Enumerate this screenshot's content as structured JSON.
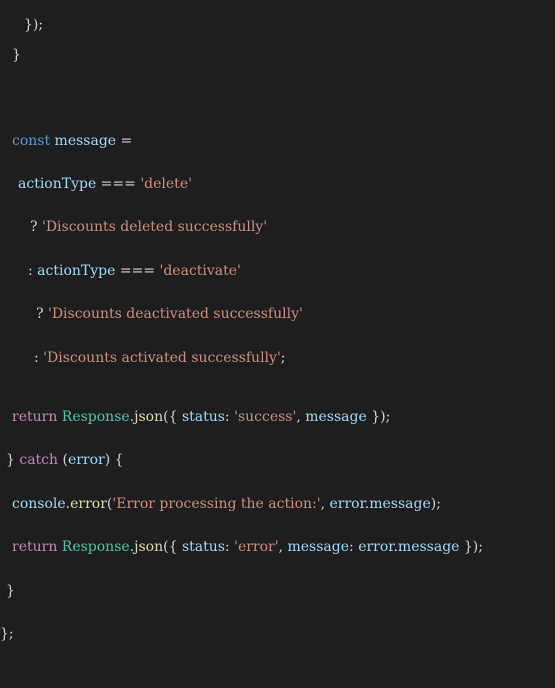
{
  "colors": {
    "background": "#1e1e1e",
    "keyword": "#569cd6",
    "control": "#c586c0",
    "variable": "#9cdcfe",
    "string": "#ce9178",
    "type": "#4ec9b0",
    "function": "#dcdcaa",
    "punctuation": "#d4d4d4"
  },
  "code": {
    "lines": [
      {
        "tokens": [
          {
            "t": "p",
            "v": "});"
          }
        ]
      },
      {
        "tokens": [
          {
            "t": "p",
            "v": "}"
          }
        ]
      },
      {
        "tokens": []
      },
      {
        "tokens": [
          {
            "t": "kw",
            "v": "const "
          },
          {
            "t": "var",
            "v": "message"
          },
          {
            "t": "p",
            "v": " ="
          }
        ]
      },
      {
        "tokens": [
          {
            "t": "var",
            "v": "actionType"
          },
          {
            "t": "p",
            "v": " === "
          },
          {
            "t": "str",
            "v": "'delete'"
          }
        ]
      },
      {
        "tokens": [
          {
            "t": "p",
            "v": "? "
          },
          {
            "t": "str",
            "v": "'Discounts deleted successfully'"
          }
        ]
      },
      {
        "tokens": [
          {
            "t": "p",
            "v": ": "
          },
          {
            "t": "var",
            "v": "actionType"
          },
          {
            "t": "p",
            "v": " === "
          },
          {
            "t": "str",
            "v": "'deactivate'"
          }
        ]
      },
      {
        "tokens": [
          {
            "t": "p",
            "v": "? "
          },
          {
            "t": "str",
            "v": "'Discounts deactivated successfully'"
          }
        ]
      },
      {
        "tokens": [
          {
            "t": "p",
            "v": ": "
          },
          {
            "t": "str",
            "v": "'Discounts activated successfully'"
          },
          {
            "t": "p",
            "v": ";"
          }
        ]
      },
      {
        "tokens": []
      },
      {
        "tokens": [
          {
            "t": "ctl",
            "v": "return "
          },
          {
            "t": "type",
            "v": "Response"
          },
          {
            "t": "p",
            "v": "."
          },
          {
            "t": "fn",
            "v": "json"
          },
          {
            "t": "p",
            "v": "({ "
          },
          {
            "t": "var",
            "v": "status"
          },
          {
            "t": "p",
            "v": ": "
          },
          {
            "t": "str",
            "v": "'success'"
          },
          {
            "t": "p",
            "v": ", "
          },
          {
            "t": "var",
            "v": "message"
          },
          {
            "t": "p",
            "v": " });"
          }
        ]
      },
      {
        "tokens": [
          {
            "t": "p",
            "v": "} "
          },
          {
            "t": "ctl",
            "v": "catch"
          },
          {
            "t": "p",
            "v": " ("
          },
          {
            "t": "var",
            "v": "error"
          },
          {
            "t": "p",
            "v": ") {"
          }
        ]
      },
      {
        "tokens": [
          {
            "t": "var",
            "v": "console"
          },
          {
            "t": "p",
            "v": "."
          },
          {
            "t": "fn",
            "v": "error"
          },
          {
            "t": "p",
            "v": "("
          },
          {
            "t": "str",
            "v": "'Error processing the action:'"
          },
          {
            "t": "p",
            "v": ", "
          },
          {
            "t": "var",
            "v": "error"
          },
          {
            "t": "p",
            "v": "."
          },
          {
            "t": "var",
            "v": "message"
          },
          {
            "t": "p",
            "v": ");"
          }
        ]
      },
      {
        "tokens": [
          {
            "t": "ctl",
            "v": "return "
          },
          {
            "t": "type",
            "v": "Response"
          },
          {
            "t": "p",
            "v": "."
          },
          {
            "t": "fn",
            "v": "json"
          },
          {
            "t": "p",
            "v": "({ "
          },
          {
            "t": "var",
            "v": "status"
          },
          {
            "t": "p",
            "v": ": "
          },
          {
            "t": "str",
            "v": "'error'"
          },
          {
            "t": "p",
            "v": ", "
          },
          {
            "t": "var",
            "v": "message"
          },
          {
            "t": "p",
            "v": ": "
          },
          {
            "t": "var",
            "v": "error"
          },
          {
            "t": "p",
            "v": "."
          },
          {
            "t": "var",
            "v": "message"
          },
          {
            "t": "p",
            "v": " });"
          }
        ]
      },
      {
        "tokens": [
          {
            "t": "p",
            "v": "}"
          }
        ]
      },
      {
        "tokens": [
          {
            "t": "p",
            "v": "};"
          }
        ]
      }
    ]
  }
}
